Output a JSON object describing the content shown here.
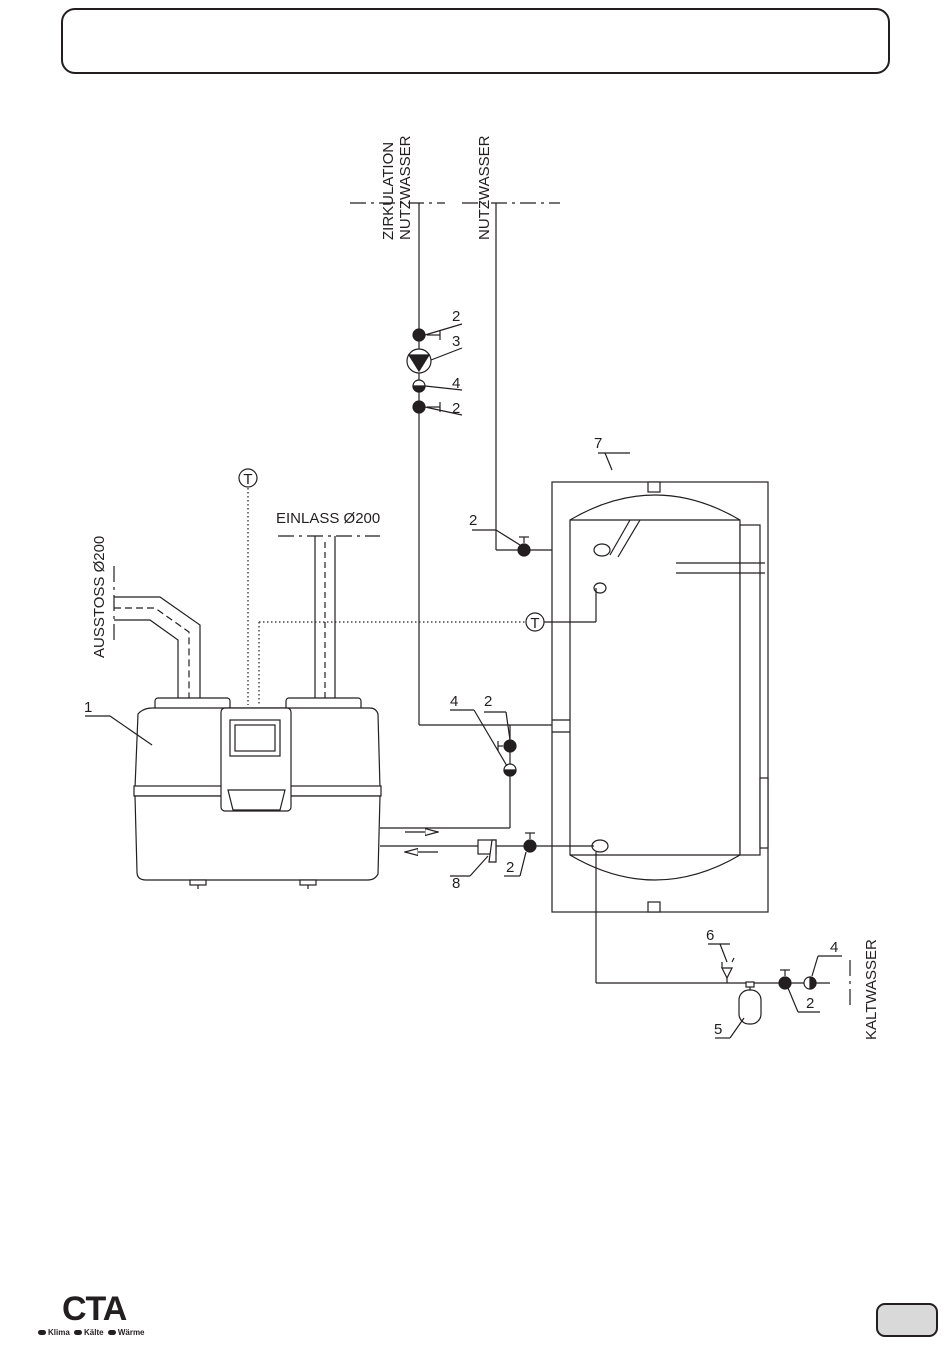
{
  "labels": {
    "zirkulation": "ZIRKULATION",
    "nutzwasser_zirk": "NUTZWASSER",
    "nutzwasser": "NUTZWASSER",
    "einlass": "EINLASS Ø200",
    "ausstoss": "AUSSTOSS Ø200",
    "kaltwasser": "KALTWASSER",
    "temp_sensor": "T"
  },
  "callouts": {
    "c1": "1",
    "c2a": "2",
    "c3": "3",
    "c4a": "4",
    "c2b": "2",
    "c7": "7",
    "c2c": "2",
    "c4b": "4",
    "c2d": "2",
    "c8": "8",
    "c2e": "2",
    "c6": "6",
    "c4c": "4",
    "c5": "5",
    "c2f": "2"
  },
  "logo": {
    "letters": "CTA",
    "tag": [
      "Klima",
      "Kälte",
      "Wärme"
    ]
  }
}
